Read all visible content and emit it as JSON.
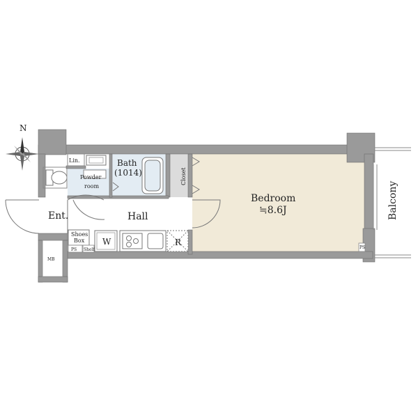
{
  "plan": {
    "compass_letter": "N",
    "rooms": {
      "linen": "Lin.",
      "bath_name": "Bath",
      "bath_size": "(1014)",
      "powder_line1": "Powder",
      "powder_line2": "room",
      "closet": "Closet",
      "bedroom_name": "Bedroom",
      "bedroom_size": "≒8.6J",
      "balcony": "Balcony",
      "entrance": "Ent.",
      "hall": "Hall",
      "shoes_line1": "Shoes",
      "shoes_line2": "Box",
      "washer": "W",
      "fridge": "R",
      "meter_box": "MB",
      "ps_left": "PS",
      "ps_right": "PS",
      "shoes_small": "Shelf"
    },
    "colors": {
      "wall": "#9a9a9a",
      "bedroom_floor": "#f1ead8",
      "wet_area_floor": "#e3ecf3",
      "closet_fill": "#dcdcdc"
    }
  }
}
